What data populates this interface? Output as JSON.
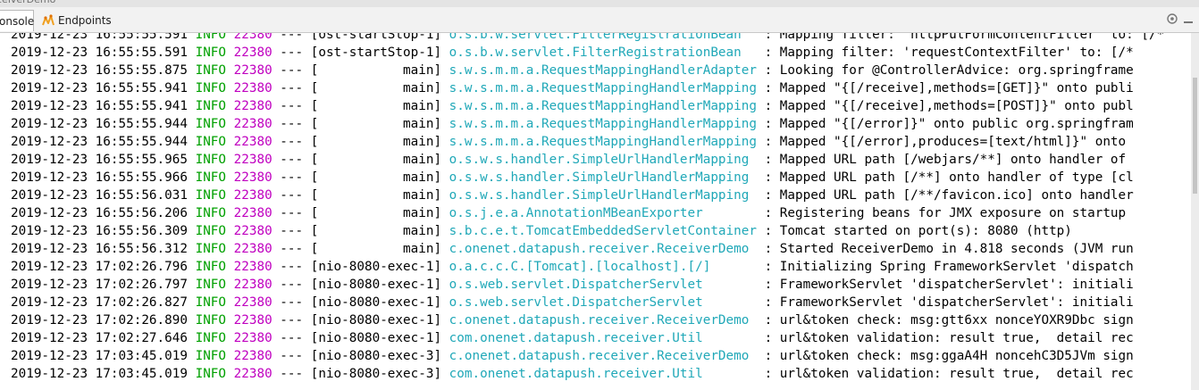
{
  "window": {
    "title": "ceiverDemo"
  },
  "tabs": [
    {
      "label": "onsole",
      "active": true
    },
    {
      "label": "Endpoints",
      "active": false,
      "icon": "endpoints-icon"
    }
  ],
  "tabbar_buttons": [
    "window-menu-icon",
    "minimize-icon"
  ],
  "colors": {
    "info": "#00a000",
    "pid": "#c000c0",
    "logger": "#20a8b8"
  },
  "log_lines": [
    {
      "ts": "2019-12-23 16:55:55.591",
      "level": "INFO",
      "pid": "22380",
      "sep": "---",
      "thread": "[ost-startStop-1]",
      "logger": "o.s.b.w.servlet.FilterRegistrationBean  ",
      "msg": " : Mapping filter: 'httpPutFormContentFilter' to: [/*"
    },
    {
      "ts": "2019-12-23 16:55:55.591",
      "level": "INFO",
      "pid": "22380",
      "sep": "---",
      "thread": "[ost-startStop-1]",
      "logger": "o.s.b.w.servlet.FilterRegistrationBean  ",
      "msg": " : Mapping filter: 'requestContextFilter' to: [/*"
    },
    {
      "ts": "2019-12-23 16:55:55.875",
      "level": "INFO",
      "pid": "22380",
      "sep": "---",
      "thread": "[           main]",
      "logger": "s.w.s.m.m.a.RequestMappingHandlerAdapter",
      "msg": " : Looking for @ControllerAdvice: org.springframe"
    },
    {
      "ts": "2019-12-23 16:55:55.941",
      "level": "INFO",
      "pid": "22380",
      "sep": "---",
      "thread": "[           main]",
      "logger": "s.w.s.m.m.a.RequestMappingHandlerMapping",
      "msg": " : Mapped \"{[/receive],methods=[GET]}\" onto publi"
    },
    {
      "ts": "2019-12-23 16:55:55.941",
      "level": "INFO",
      "pid": "22380",
      "sep": "---",
      "thread": "[           main]",
      "logger": "s.w.s.m.m.a.RequestMappingHandlerMapping",
      "msg": " : Mapped \"{[/receive],methods=[POST]}\" onto publ"
    },
    {
      "ts": "2019-12-23 16:55:55.944",
      "level": "INFO",
      "pid": "22380",
      "sep": "---",
      "thread": "[           main]",
      "logger": "s.w.s.m.m.a.RequestMappingHandlerMapping",
      "msg": " : Mapped \"{[/error]}\" onto public org.springfram"
    },
    {
      "ts": "2019-12-23 16:55:55.944",
      "level": "INFO",
      "pid": "22380",
      "sep": "---",
      "thread": "[           main]",
      "logger": "s.w.s.m.m.a.RequestMappingHandlerMapping",
      "msg": " : Mapped \"{[/error],produces=[text/html]}\" onto "
    },
    {
      "ts": "2019-12-23 16:55:55.965",
      "level": "INFO",
      "pid": "22380",
      "sep": "---",
      "thread": "[           main]",
      "logger": "o.s.w.s.handler.SimpleUrlHandlerMapping ",
      "msg": " : Mapped URL path [/webjars/**] onto handler of "
    },
    {
      "ts": "2019-12-23 16:55:55.966",
      "level": "INFO",
      "pid": "22380",
      "sep": "---",
      "thread": "[           main]",
      "logger": "o.s.w.s.handler.SimpleUrlHandlerMapping ",
      "msg": " : Mapped URL path [/**] onto handler of type [cl"
    },
    {
      "ts": "2019-12-23 16:55:56.031",
      "level": "INFO",
      "pid": "22380",
      "sep": "---",
      "thread": "[           main]",
      "logger": "o.s.w.s.handler.SimpleUrlHandlerMapping ",
      "msg": " : Mapped URL path [/**/favicon.ico] onto handler"
    },
    {
      "ts": "2019-12-23 16:55:56.206",
      "level": "INFO",
      "pid": "22380",
      "sep": "---",
      "thread": "[           main]",
      "logger": "o.s.j.e.a.AnnotationMBeanExporter       ",
      "msg": " : Registering beans for JMX exposure on startup"
    },
    {
      "ts": "2019-12-23 16:55:56.309",
      "level": "INFO",
      "pid": "22380",
      "sep": "---",
      "thread": "[           main]",
      "logger": "s.b.c.e.t.TomcatEmbeddedServletContainer",
      "msg": " : Tomcat started on port(s): 8080 (http)"
    },
    {
      "ts": "2019-12-23 16:55:56.312",
      "level": "INFO",
      "pid": "22380",
      "sep": "---",
      "thread": "[           main]",
      "logger": "c.onenet.datapush.receiver.ReceiverDemo ",
      "msg": " : Started ReceiverDemo in 4.818 seconds (JVM run"
    },
    {
      "ts": "2019-12-23 17:02:26.796",
      "level": "INFO",
      "pid": "22380",
      "sep": "---",
      "thread": "[nio-8080-exec-1]",
      "logger": "o.a.c.c.C.[Tomcat].[localhost].[/]      ",
      "msg": " : Initializing Spring FrameworkServlet 'dispatch"
    },
    {
      "ts": "2019-12-23 17:02:26.797",
      "level": "INFO",
      "pid": "22380",
      "sep": "---",
      "thread": "[nio-8080-exec-1]",
      "logger": "o.s.web.servlet.DispatcherServlet       ",
      "msg": " : FrameworkServlet 'dispatcherServlet': initiali"
    },
    {
      "ts": "2019-12-23 17:02:26.827",
      "level": "INFO",
      "pid": "22380",
      "sep": "---",
      "thread": "[nio-8080-exec-1]",
      "logger": "o.s.web.servlet.DispatcherServlet       ",
      "msg": " : FrameworkServlet 'dispatcherServlet': initiali"
    },
    {
      "ts": "2019-12-23 17:02:26.890",
      "level": "INFO",
      "pid": "22380",
      "sep": "---",
      "thread": "[nio-8080-exec-1]",
      "logger": "c.onenet.datapush.receiver.ReceiverDemo ",
      "msg": " : url&token check: msg:gtt6xx nonceYOXR9Dbc sign"
    },
    {
      "ts": "2019-12-23 17:02:27.646",
      "level": "INFO",
      "pid": "22380",
      "sep": "---",
      "thread": "[nio-8080-exec-1]",
      "logger": "com.onenet.datapush.receiver.Util       ",
      "msg": " : url&token validation: result true,  detail rec"
    },
    {
      "ts": "2019-12-23 17:03:45.019",
      "level": "INFO",
      "pid": "22380",
      "sep": "---",
      "thread": "[nio-8080-exec-3]",
      "logger": "c.onenet.datapush.receiver.ReceiverDemo ",
      "msg": " : url&token check: msg:ggaA4H noncehC3D5JVm sign"
    },
    {
      "ts": "2019-12-23 17:03:45.019",
      "level": "INFO",
      "pid": "22380",
      "sep": "---",
      "thread": "[nio-8080-exec-3]",
      "logger": "com.onenet.datapush.receiver.Util       ",
      "msg": " : url&token validation: result true,  detail rec"
    }
  ]
}
